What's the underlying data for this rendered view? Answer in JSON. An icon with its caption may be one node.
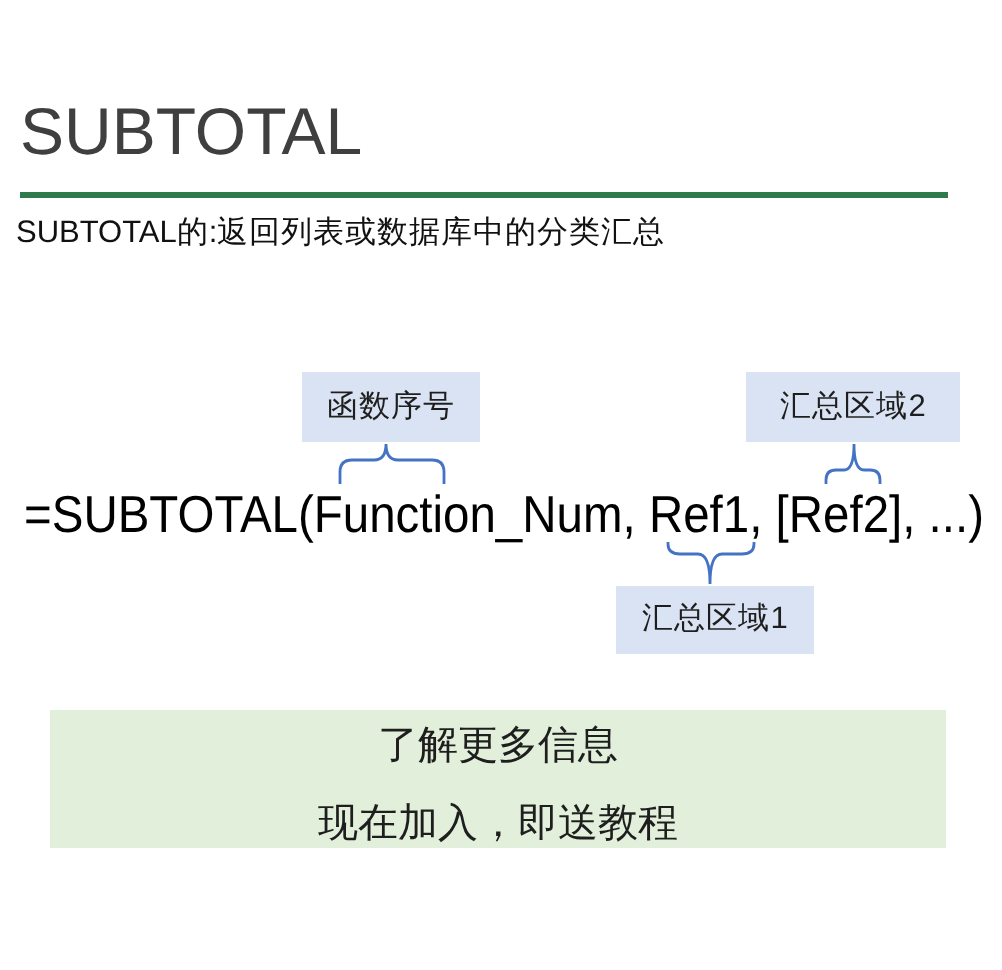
{
  "diagram": {
    "title": "SUBTOTAL",
    "nodes": [
      {
        "text": [
          "函数序号"
        ]
      },
      {
        "text": [
          "汇总区域2"
        ]
      },
      {
        "text": [
          "汇总区域1"
        ]
      },
      {
        "text": [
          "了解更多信息",
          "现在加入，即送教程"
        ]
      }
    ],
    "labels": [
      "SUBTOTAL的:返回列表或数据库中的分类汇总",
      "=SUBTOTAL(Function_Num, Ref1, [Ref2], ...)"
    ]
  }
}
